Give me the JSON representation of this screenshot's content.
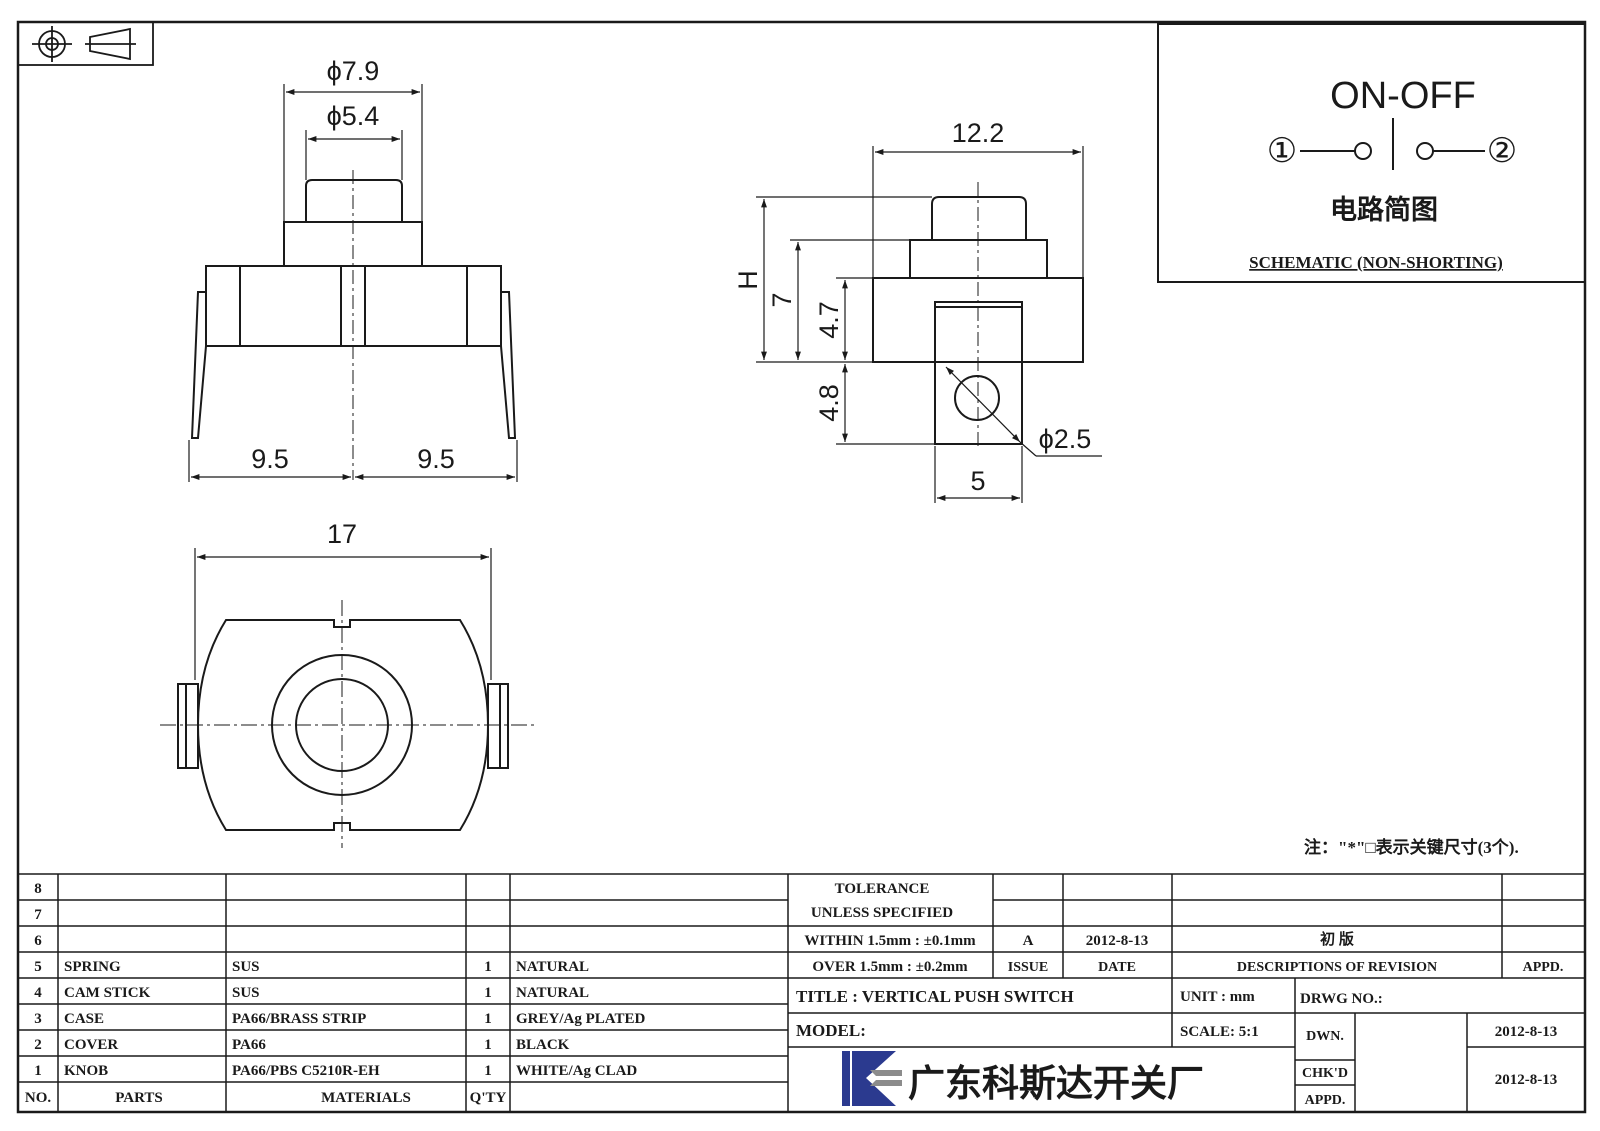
{
  "dimensions": {
    "outer_dia": "ϕ7.9",
    "inner_dia": "ϕ5.4",
    "pin_left": "9.5",
    "pin_right": "9.5",
    "width": "17",
    "side_width": "12.2",
    "height_h": "H",
    "height_7": "7",
    "height_4_7": "4.7",
    "height_4_8": "4.8",
    "hole_dia": "ϕ2.5",
    "tab_width": "5"
  },
  "schematic": {
    "title": "ON-OFF",
    "pin1": "①",
    "pin2": "②",
    "caption_cn": "电路简图",
    "caption_en": "SCHEMATIC (NON-SHORTING)"
  },
  "note": "注：\"*\"□表示关键尺寸(3个).",
  "bom": {
    "rows": [
      {
        "no": "8",
        "part": "",
        "material": "",
        "qty": "",
        "finish": ""
      },
      {
        "no": "7",
        "part": "",
        "material": "",
        "qty": "",
        "finish": ""
      },
      {
        "no": "6",
        "part": "",
        "material": "",
        "qty": "",
        "finish": ""
      },
      {
        "no": "5",
        "part": "SPRING",
        "material": "SUS",
        "qty": "1",
        "finish": "NATURAL"
      },
      {
        "no": "4",
        "part": "CAM STICK",
        "material": "SUS",
        "qty": "1",
        "finish": "NATURAL"
      },
      {
        "no": "3",
        "part": "CASE",
        "material": "PA66/BRASS STRIP",
        "qty": "1",
        "finish": "GREY/Ag PLATED"
      },
      {
        "no": "2",
        "part": "COVER",
        "material": "PA66",
        "qty": "1",
        "finish": "BLACK"
      },
      {
        "no": "1",
        "part": "KNOB",
        "material": "PA66/PBS C5210R-EH",
        "qty": "1",
        "finish": "WHITE/Ag CLAD"
      }
    ],
    "headers": {
      "no": "NO.",
      "parts": "PARTS",
      "materials": "MATERIALS",
      "qty": "Q'TY"
    }
  },
  "tolerance": {
    "line1": "TOLERANCE",
    "line2": "UNLESS  SPECIFIED",
    "line3": "WITHIN 1.5mm : ±0.1mm",
    "line4": "OVER 1.5mm : ±0.2mm"
  },
  "revision": {
    "issue": "A",
    "date": "2012-8-13",
    "description": "初  版",
    "issue_label": "ISSUE",
    "date_label": "DATE",
    "desc_label": "DESCRIPTIONS OF REVISION",
    "appd_label": "APPD."
  },
  "titleblock": {
    "title": "TITLE :  VERTICAL PUSH SWITCH",
    "model": "MODEL:",
    "unit": "UNIT :  mm",
    "scale": "SCALE:  5:1",
    "drwg": "DRWG NO.:",
    "dwn_label": "DWN.",
    "dwn_date": "2012-8-13",
    "chk_label": "CHK'D",
    "chk_date": "2012-8-13",
    "appd_label": "APPD.",
    "company": "广东科斯达开关厂"
  },
  "colors": {
    "line": "#1a1a1a",
    "logo_blue": "#2b3a8f",
    "logo_gray": "#8c8c8c"
  }
}
